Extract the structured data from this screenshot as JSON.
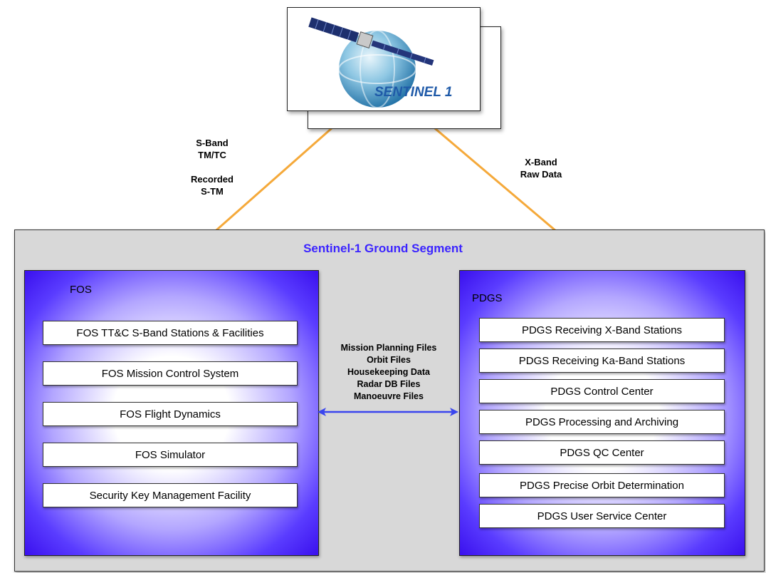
{
  "satellite": {
    "name": "SENTINEL 1"
  },
  "links": {
    "s_band": [
      "S-Band",
      "TM/TC",
      "Recorded",
      "S-TM"
    ],
    "x_band": [
      "X-Band",
      "Raw Data"
    ]
  },
  "ground_segment": {
    "title": "Sentinel-1 Ground Segment",
    "fos": {
      "title": "FOS",
      "items": [
        "FOS TT&C S-Band Stations & Facilities",
        "FOS Mission Control System",
        "FOS Flight Dynamics",
        "FOS Simulator",
        "Security Key Management Facility"
      ]
    },
    "pdgs": {
      "title": "PDGS",
      "items": [
        "PDGS Receiving X-Band Stations",
        "PDGS Receiving Ka-Band Stations",
        "PDGS Control Center",
        "PDGS Processing and Archiving",
        "PDGS QC Center",
        "PDGS Precise Orbit Determination",
        "PDGS User Service Center"
      ]
    },
    "interface_files": [
      "Mission Planning Files",
      "Orbit Files",
      "Housekeeping Data",
      "Radar DB Files",
      "Manoeuvre Files"
    ]
  },
  "colors": {
    "link_arrow": "#f5a93a",
    "interface_arrow": "#3a45ee",
    "ground_title": "#3b24ff",
    "subsystem_gradient": "#3a10ee"
  }
}
